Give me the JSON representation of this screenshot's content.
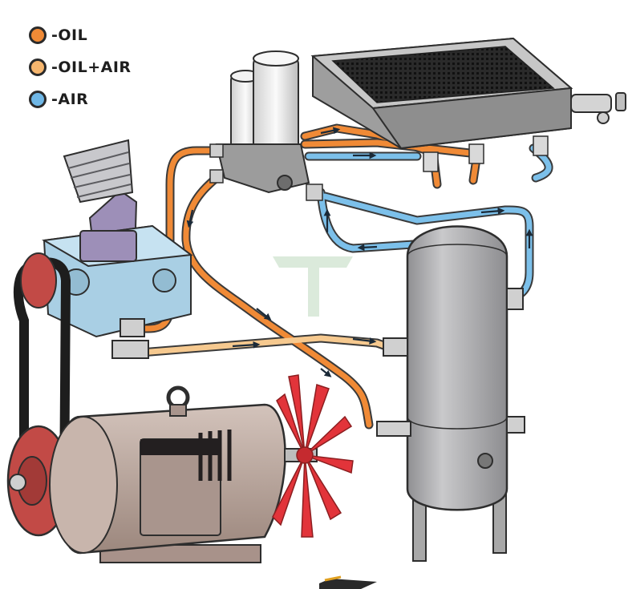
{
  "legend": {
    "items": [
      {
        "label": "-OIL",
        "color": "#f08a36"
      },
      {
        "label": "-OIL+AIR",
        "color": "#f6b66e"
      },
      {
        "label": "-AIR",
        "color": "#6fb7e6"
      }
    ]
  },
  "colors": {
    "oil": "#f08a36",
    "oil_air": "#f6b66e",
    "air": "#6fb7e6",
    "metal": "#b9b9bb",
    "motor": "#b9a59c",
    "compressor": "#a9cfe4",
    "fan": "#e2343a",
    "intake": "#9d8fb8"
  },
  "icons": {
    "motor": "electric-motor-icon",
    "fan": "cooling-fan-icon",
    "compressor": "screw-compressor-icon",
    "tank": "air-receiver-tank-icon",
    "cooler": "oil-air-cooler-icon",
    "separator": "oil-separator-icon",
    "filter": "air-intake-filter-icon",
    "belt": "drive-belt-icon"
  }
}
